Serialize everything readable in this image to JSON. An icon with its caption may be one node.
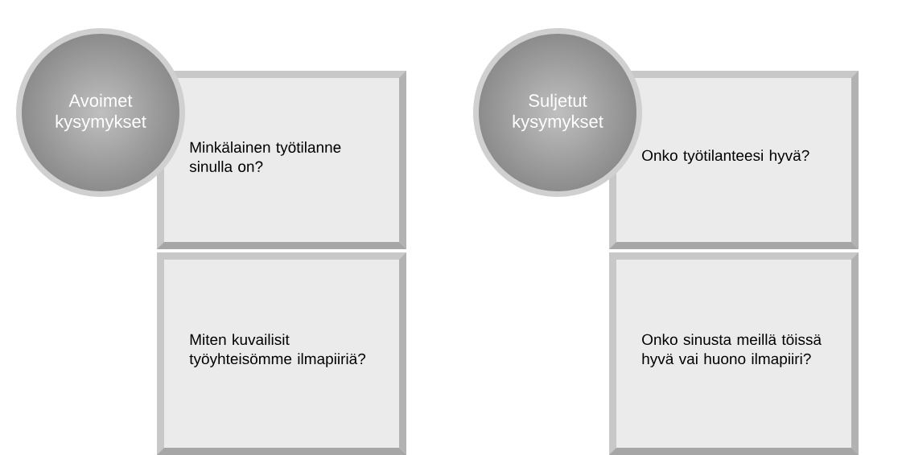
{
  "diagram": {
    "nodes": [
      {
        "text": [
          "Avoimet kysymykset"
        ]
      },
      {
        "text": [
          "Minkälainen työtilanne sinulla on?"
        ]
      },
      {
        "text": [
          "Miten kuvailisit työyhteisömme ilmapiiriä?"
        ]
      },
      {
        "text": [
          "Suljetut kysymykset"
        ]
      },
      {
        "text": [
          "Onko työtilanteesi hyvä?"
        ]
      },
      {
        "text": [
          "Onko sinusta meillä töissä hyvä vai huono ilmapiiri?"
        ]
      }
    ]
  }
}
